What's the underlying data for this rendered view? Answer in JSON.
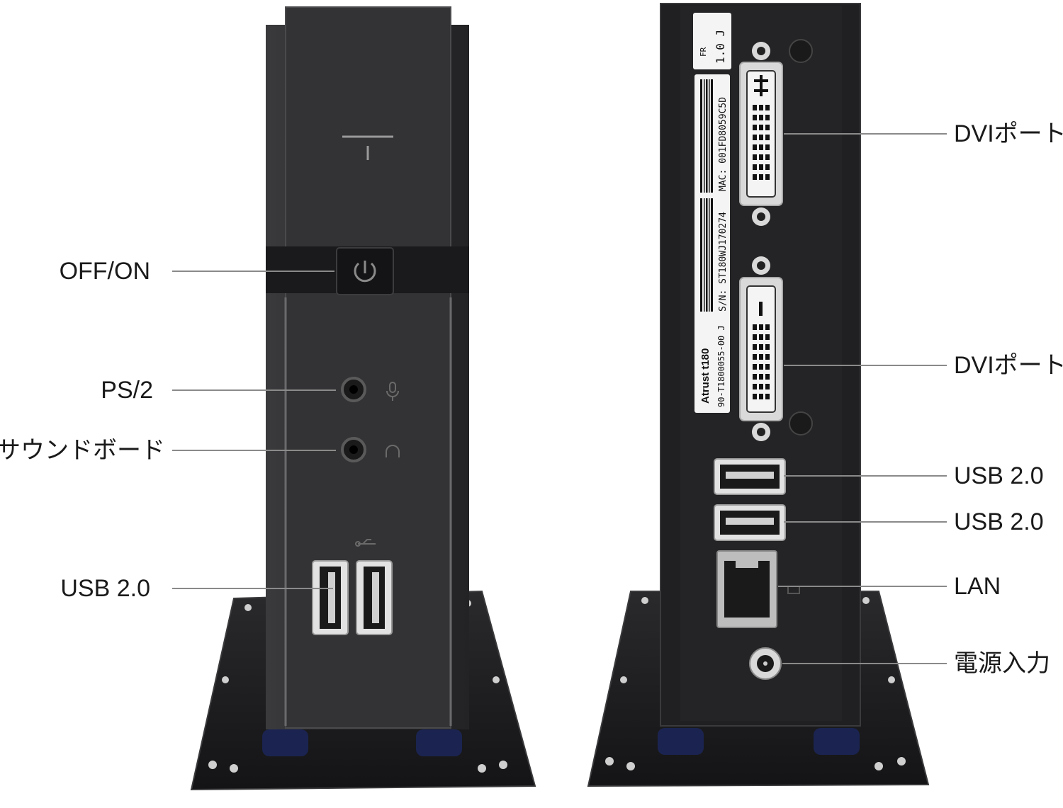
{
  "left_device": {
    "front_logo_glyph": "T",
    "labels": {
      "power": "OFF/ON",
      "ps2": "PS/2",
      "sound": "サウンドボード",
      "usb": "USB 2.0"
    }
  },
  "right_device": {
    "sticker": {
      "model": "Atrust t180",
      "part_number": "90-T1800055-00 J",
      "serial": "S/N: ST180WJ170274",
      "mac": "MAC: 001FD8059C5D",
      "revision_top": "FR",
      "revision_bottom": "1.0 J"
    },
    "labels": {
      "dvi_1": "DVIポート",
      "dvi_2": "DVIポート",
      "usb_1": "USB 2.0",
      "usb_2": "USB 2.0",
      "lan": "LAN",
      "power_in": "電源入力"
    }
  },
  "colors": {
    "chassis": "#2f2f31",
    "chassis_dark": "#1c1c1e",
    "stand": "#1f1f21",
    "foot_blue": "#1b2450",
    "port_silver": "#d9d9d9",
    "leader_line": "#8a8a8a"
  },
  "icons": [
    "power-icon",
    "microphone-icon",
    "headphone-icon",
    "usb-icon",
    "network-icon"
  ]
}
